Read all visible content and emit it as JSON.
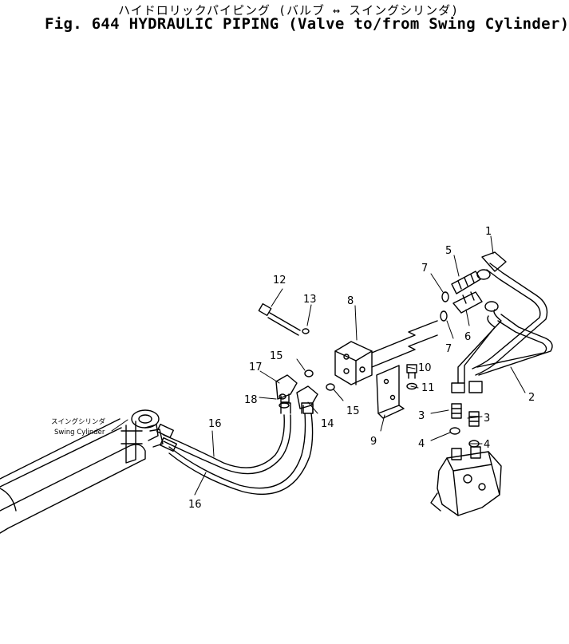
{
  "title": {
    "japanese": "ハイドロリックパイピング (バルブ  ↔  スイングシリンダ)",
    "english": "Fig. 644 HYDRAULIC PIPING (Valve to/from Swing Cylinder)"
  },
  "labels": {
    "swing_cylinder_jp": "スイングシリンダ",
    "swing_cylinder_en": "Swing Cylinder"
  },
  "callouts": [
    {
      "id": "1",
      "text": "1"
    },
    {
      "id": "2",
      "text": "2"
    },
    {
      "id": "3a",
      "text": "3"
    },
    {
      "id": "3b",
      "text": "3"
    },
    {
      "id": "4a",
      "text": "4"
    },
    {
      "id": "4b",
      "text": "4"
    },
    {
      "id": "5",
      "text": "5"
    },
    {
      "id": "6",
      "text": "6"
    },
    {
      "id": "7a",
      "text": "7"
    },
    {
      "id": "7b",
      "text": "7"
    },
    {
      "id": "8",
      "text": "8"
    },
    {
      "id": "9",
      "text": "9"
    },
    {
      "id": "10",
      "text": "10"
    },
    {
      "id": "11",
      "text": "11"
    },
    {
      "id": "12",
      "text": "12"
    },
    {
      "id": "13",
      "text": "13"
    },
    {
      "id": "14",
      "text": "14"
    },
    {
      "id": "15a",
      "text": "15"
    },
    {
      "id": "15b",
      "text": "15"
    },
    {
      "id": "16a",
      "text": "16"
    },
    {
      "id": "16b",
      "text": "16"
    },
    {
      "id": "17",
      "text": "17"
    },
    {
      "id": "18",
      "text": "18"
    }
  ]
}
